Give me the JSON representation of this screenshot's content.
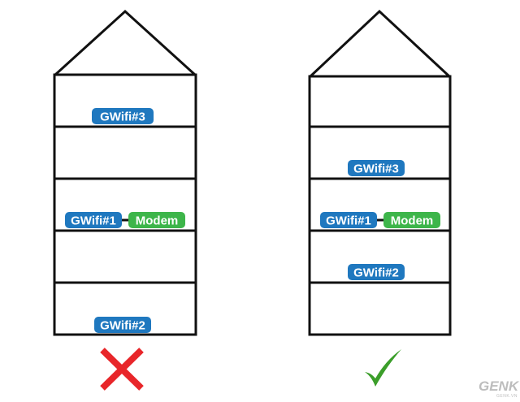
{
  "colors": {
    "wifi": "#1f78bf",
    "modem": "#3db54a",
    "wrong": "#e8262a",
    "right": "#3b9e2a",
    "outline": "#111111"
  },
  "left_house": {
    "top_label": "GWifi#3",
    "mid_wifi_label": "GWifi#1",
    "mid_modem_label": "Modem",
    "bottom_label": "GWifi#2",
    "verdict_icon": "cross-icon"
  },
  "right_house": {
    "upper_label": "GWifi#3",
    "mid_wifi_label": "GWifi#1",
    "mid_modem_label": "Modem",
    "lower_label": "GWifi#2",
    "verdict_icon": "checkmark-icon"
  },
  "watermark": {
    "brand": "GENK",
    "site": "GENK.VN"
  }
}
